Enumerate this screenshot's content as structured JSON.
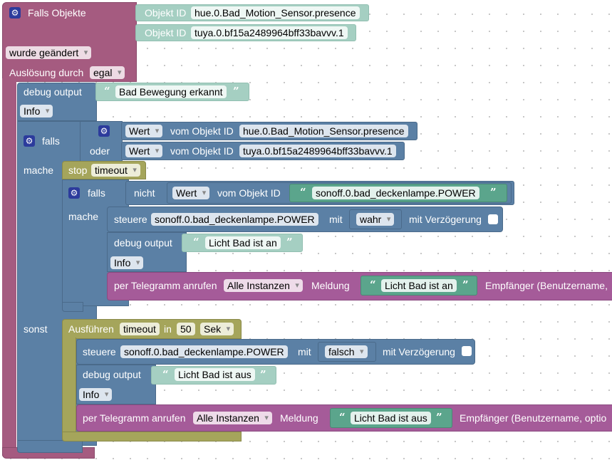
{
  "colors": {
    "event": "#a55b80",
    "logic": "#5b80a5",
    "timeout": "#a5a55b",
    "telegram": "#a55b99",
    "text": "#5ba58c"
  },
  "trigger": {
    "title": "Falls Objekte",
    "objekt_id_label": "Objekt ID",
    "object_1": "hue.0.Bad_Motion_Sensor.presence",
    "object_2": "tuya.0.bf15a2489964bff33bavvv.1",
    "changed": "wurde geändert",
    "ausloesung_label": "Auslösung durch",
    "ausloesung_value": "egal"
  },
  "debug1": {
    "label": "debug output",
    "text": "Bad Bewegung erkannt",
    "level": "Info"
  },
  "if1": {
    "falls": "falls",
    "wert": "Wert",
    "vom_objekt_id": "vom Objekt ID",
    "object_1": "hue.0.Bad_Motion_Sensor.presence",
    "oder": "oder",
    "object_2": "tuya.0.bf15a2489964bff33bavvv.1",
    "mache": "mache",
    "sonst": "sonst"
  },
  "stop": {
    "label": "stop",
    "value": "timeout"
  },
  "if2": {
    "falls": "falls",
    "nicht": "nicht",
    "wert": "Wert",
    "vom_objekt_id": "vom Objekt ID",
    "object": "sonoff.0.bad_deckenlampe.POWER",
    "mache": "mache"
  },
  "control1": {
    "label": "steuere",
    "object": "sonoff.0.bad_deckenlampe.POWER",
    "mit": "mit",
    "value": "wahr",
    "delay": "mit Verzögerung"
  },
  "debug2": {
    "label": "debug output",
    "text": "Licht Bad ist an",
    "level": "Info"
  },
  "telegram1": {
    "label": "per Telegramm anrufen",
    "instance": "Alle Instanzen",
    "meldung": "Meldung",
    "text": "Licht Bad ist an",
    "recipient": "Empfänger (Benutzername,"
  },
  "timeout": {
    "label": "Ausführen",
    "name": "timeout",
    "in": "in",
    "value": "50",
    "unit": "Sek"
  },
  "control2": {
    "label": "steuere",
    "object": "sonoff.0.bad_deckenlampe.POWER",
    "mit": "mit",
    "value": "falsch",
    "delay": "mit Verzögerung"
  },
  "debug3": {
    "label": "debug output",
    "text": "Licht Bad ist aus",
    "level": "Info"
  },
  "telegram2": {
    "label": "per Telegramm anrufen",
    "instance": "Alle Instanzen",
    "meldung": "Meldung",
    "text": "Licht Bad ist aus",
    "recipient": "Empfänger (Benutzername, optio"
  }
}
